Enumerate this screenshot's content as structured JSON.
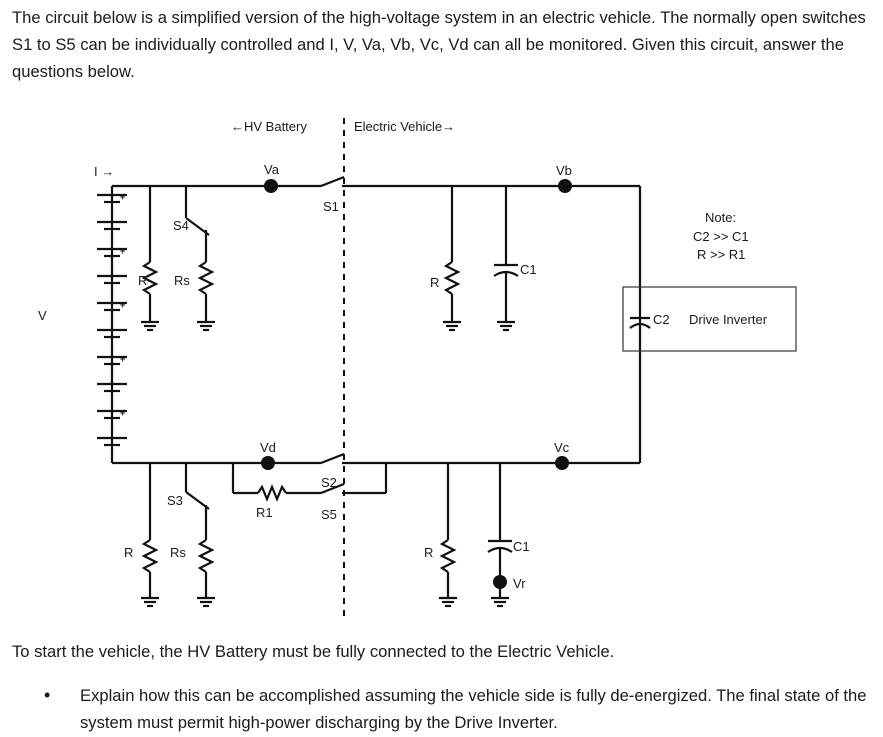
{
  "intro": "The circuit below is a simplified version of the high-voltage system in an electric vehicle. The normally open switches S1 to S5 can be individually controlled and I, V, Va, Vb, Vc, Vd can all be monitored. Given this circuit, answer the questions below.",
  "diagram": {
    "hv_battery": "←HV Battery",
    "electric_vehicle": "Electric Vehicle→",
    "current": "I →",
    "voltage": "V",
    "va": "Va",
    "vb": "Vb",
    "vc": "Vc",
    "vd": "Vd",
    "vr": "Vr",
    "s1": "S1",
    "s2": "S2",
    "s3": "S3",
    "s4": "S4",
    "s5": "S5",
    "r": "R",
    "rs": "Rs",
    "r1": "R1",
    "c1": "C1",
    "c2": "C2",
    "drive_inverter": "Drive Inverter",
    "note_title": "Note:",
    "note_line1": "C2 >> C1",
    "note_line2": "R >> R1",
    "cell_plus": "+"
  },
  "question": "To start the vehicle, the HV Battery must be fully connected to the Electric Vehicle.",
  "bullet": {
    "dot": "•",
    "text": "Explain how this can be accomplished assuming the vehicle side is fully de-energized. The final state of the system must permit high-power discharging by the Drive Inverter."
  }
}
